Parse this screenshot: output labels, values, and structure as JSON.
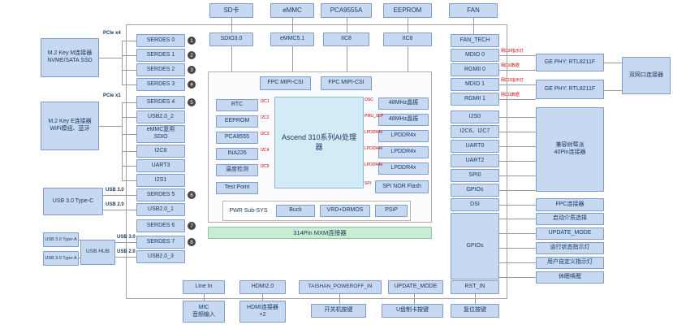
{
  "colors": {
    "box_fill": "#c7d9f1",
    "box_border": "#7f9ccc",
    "text_dark": "#17375e",
    "soc_fill": "#d3ebf6",
    "green_fill": "#c9ecd2",
    "label_red": "#c00000",
    "line_gray": "#9a9a9a"
  },
  "top_connectors": [
    "SD卡",
    "eMMC",
    "PCA9555A",
    "EEPROM",
    "FAN"
  ],
  "top_interfaces": [
    "SDIO3.0",
    "eMMC5.1",
    "IIC8",
    "IIC8"
  ],
  "left_connectors": {
    "m2_key_m": "M.2 Key M连接器\nNVME/SATA SSD",
    "m2_key_e": "M.2 Key E连接器\nWiFi模组、蓝牙",
    "usb_type_c": "USB 3.0 Type-C",
    "usb_type_a_1": "USB 3.0 Type-A",
    "usb_type_a_2": "USB 3.0 Type-A",
    "usb_hub": "USB HUB"
  },
  "bus_labels": {
    "pcie_x4": "PCIe x4",
    "pcie_x1": "PCIe x1",
    "usb30_typec": "USB 3.0",
    "usb20_typec": "USB 2.0",
    "usb30_hub": "USB 3.0",
    "usb20_hub": "USB 2.0"
  },
  "soc_left_ports": [
    {
      "label": "SERDES 0",
      "num": "1"
    },
    {
      "label": "SERDES 1",
      "num": "2"
    },
    {
      "label": "SERDES 2",
      "num": "3"
    },
    {
      "label": "SERDES 3",
      "num": "4"
    },
    {
      "label": "SERDES 4",
      "num": "5"
    },
    {
      "label": "USB2.0_2",
      "num": ""
    },
    {
      "label": "eMMC复用\nSDIO",
      "num": ""
    },
    {
      "label": "I2C8",
      "num": ""
    },
    {
      "label": "UART3",
      "num": ""
    },
    {
      "label": "I2S1",
      "num": ""
    },
    {
      "label": "SERDES 5",
      "num": "6"
    },
    {
      "label": "USB2.0_1",
      "num": ""
    },
    {
      "label": "SERDES 6",
      "num": "7"
    },
    {
      "label": "SERDES 7",
      "num": "8"
    },
    {
      "label": "USB2.0_3",
      "num": ""
    }
  ],
  "soc_right_ports": [
    "FAN_TECH",
    "MDIO 0",
    "RGMII 0",
    "MDIO 1",
    "RGMII 1",
    "I2S0",
    "I2C6、I2C7",
    "UART0",
    "UART2",
    "SPI0",
    "GPIOs",
    "DSI"
  ],
  "gpio_block": "GPIOs",
  "module": {
    "fpc_csi_1": "FPC MIPI-CSI",
    "fpc_csi_2": "FPC MIPI-CSI",
    "soc": "Ascend 310系列AI处理器",
    "left_devices": [
      {
        "label": "RTC",
        "bus": "I2C1"
      },
      {
        "label": "EEPROM",
        "bus": "I2C2"
      },
      {
        "label": "PCA9555",
        "bus": "I2C3"
      },
      {
        "label": "INA226",
        "bus": "I2C4"
      },
      {
        "label": "温度检测",
        "bus": "I2C5"
      },
      {
        "label": "Test Point",
        "bus": ""
      }
    ],
    "right_devices": [
      {
        "label": "48MHz晶振",
        "bus": "OSC"
      },
      {
        "label": "48MHz晶振",
        "bus": "PMU_SLP"
      },
      {
        "label": "LPDDR4x",
        "bus": "LPDDR4x"
      },
      {
        "label": "LPDDR4x",
        "bus": "LPDDR4x"
      },
      {
        "label": "LPDDR4x",
        "bus": "LPDDR4x"
      },
      {
        "label": "SPI NOR Flash",
        "bus": "SPI"
      }
    ],
    "pwr_label": "PWR Sub-SYS",
    "pwr_items": [
      "Buck",
      "VRD+DRMOS",
      "PSiP"
    ],
    "mxm": "314Pin MXM连接器"
  },
  "right_connectors": {
    "ge_phy_0": "GE PHY: RTL8211F",
    "ge_phy_1": "GE PHY: RTL8211F",
    "dual_eth": "双网口连接器",
    "rpi_40pin": "兼容树莓派\n40Pin连接器",
    "fpc": "FPC连接器",
    "boot_select": "启动介质选择",
    "update_mode": "UPDATE_MODE",
    "run_led": "运行状态指示灯",
    "user_led": "用户自定义指示灯",
    "sleep_wake": "休眠唤醒"
  },
  "eth_labels": [
    "网口0指示灯",
    "网口0数据",
    "网口1指示灯",
    "网口1数据"
  ],
  "bottom_interfaces": [
    "Line In",
    "HDMI2.0",
    "TAISHAN_POWEROFF_IN",
    "UPDATE_MODE",
    "RST_IN"
  ],
  "bottom_connectors": [
    "MIC\n音频输入",
    "HDMI连接器\n×2",
    "开关机按键",
    "U盘制卡按键",
    "复位按键"
  ]
}
